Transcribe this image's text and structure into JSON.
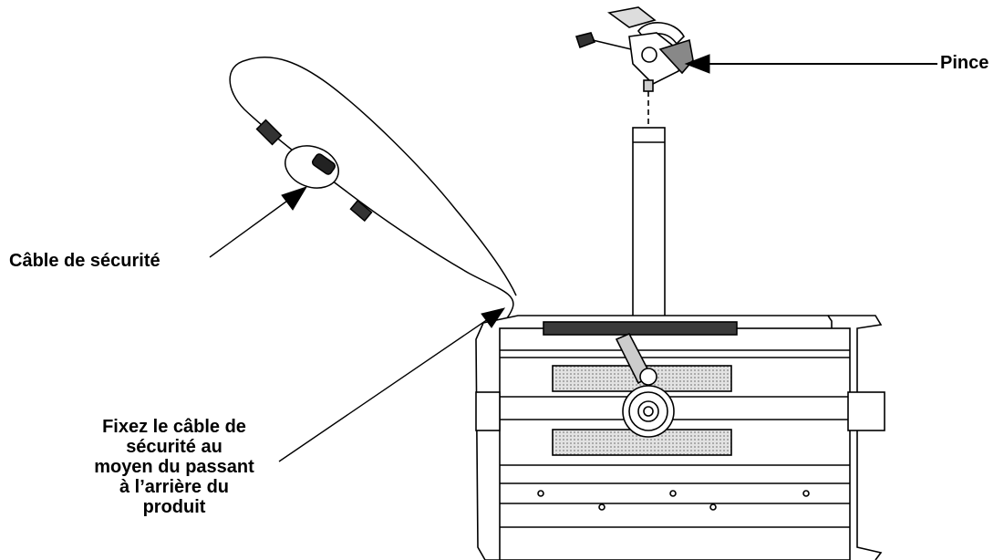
{
  "labels": {
    "pince": "Pince",
    "cable": "Câble de sécurité",
    "fixez": [
      "Fixez le câble de",
      "sécurité au",
      "moyen du passant",
      "à l’arrière du",
      "produit"
    ]
  },
  "colors": {
    "line": "#000000",
    "fixture_fill": "#ffffff",
    "grille": "#c8c8c8",
    "dark_bar": "#3a3a3a"
  },
  "icons": {
    "clamp": "clamp-icon",
    "cable": "safety-cable-icon",
    "fixture": "light-fixture-icon"
  }
}
